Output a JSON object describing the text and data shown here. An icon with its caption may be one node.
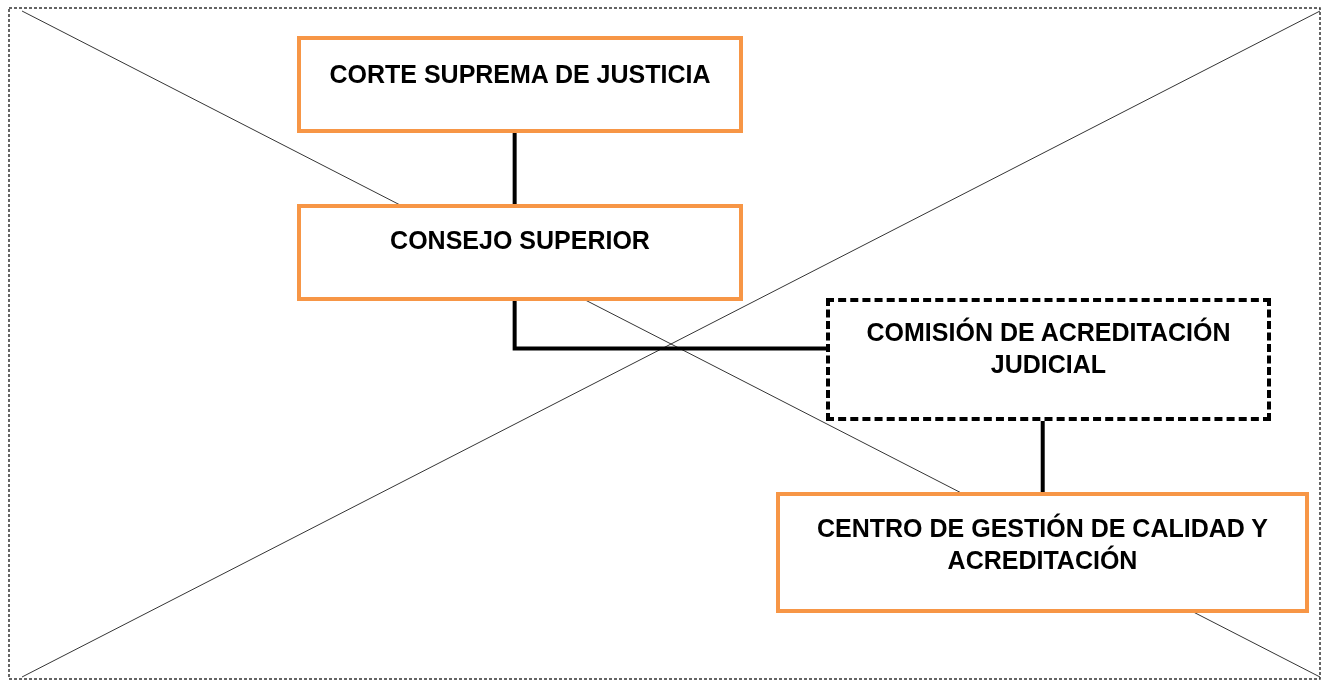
{
  "diagram": {
    "nodes": [
      {
        "text": [
          "CORTE SUPREMA DE JUSTICIA"
        ]
      },
      {
        "text": [
          "CONSEJO SUPERIOR"
        ]
      },
      {
        "text": [
          "COMISIÓN DE ACREDITACIÓN JUDICIAL"
        ]
      },
      {
        "text": [
          "CENTRO DE GESTIÓN DE CALIDAD Y ACREDITACIÓN"
        ]
      }
    ],
    "edges": [
      {
        "from": 0,
        "to": 1,
        "arrow": "none"
      },
      {
        "from": 1,
        "to": 2,
        "arrow": "none"
      },
      {
        "from": 2,
        "to": 3,
        "arrow": "none"
      }
    ]
  }
}
